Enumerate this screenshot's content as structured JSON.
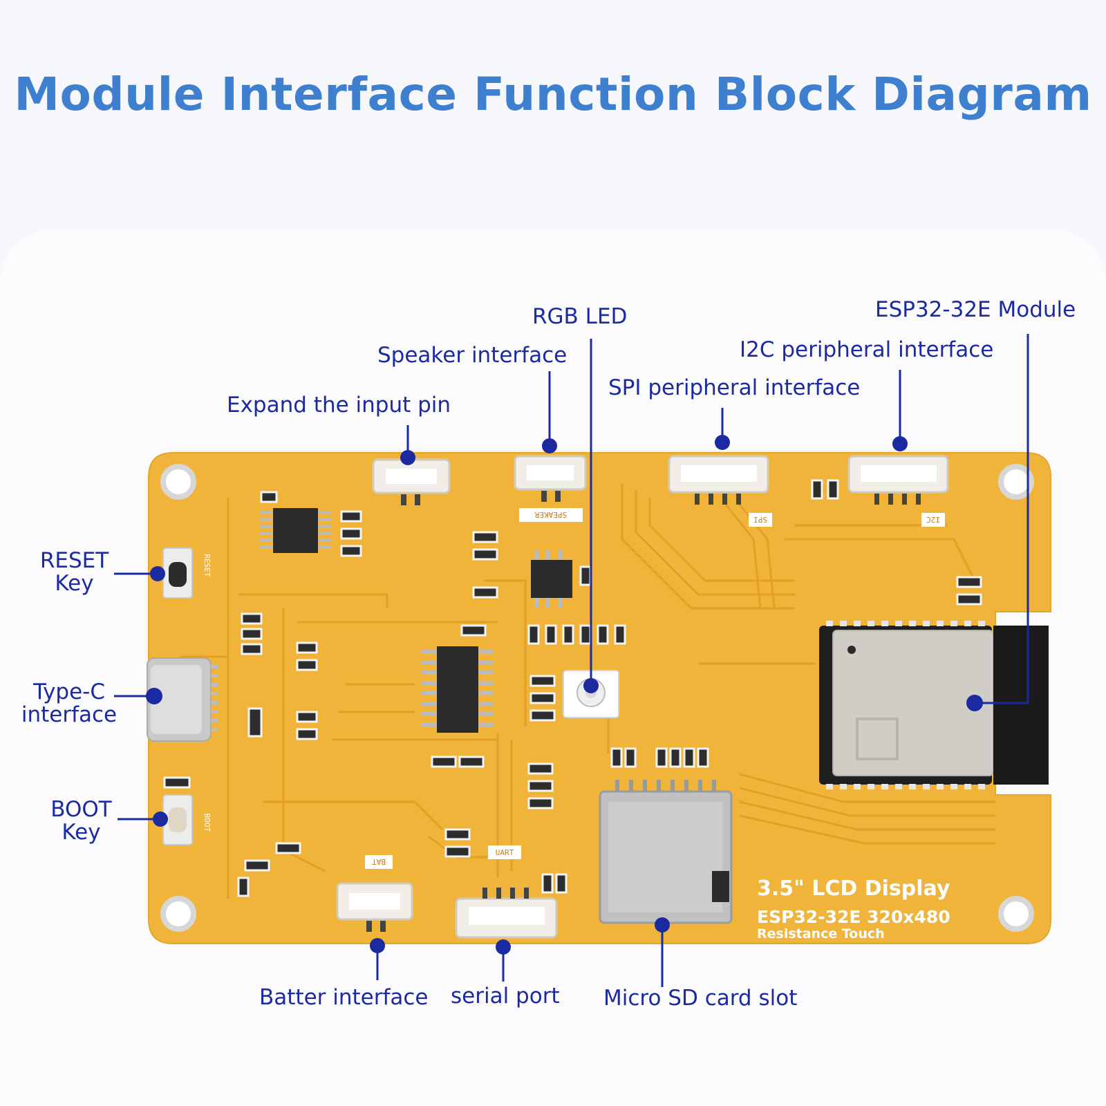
{
  "title": "Module Interface Function Block Diagram",
  "labels": {
    "rgb_led": "RGB LED",
    "esp32_module": "ESP32-32E Module",
    "speaker_interface": "Speaker interface",
    "i2c_interface": "I2C peripheral interface",
    "spi_interface": "SPI peripheral interface",
    "expand_input_pin": "Expand the input pin",
    "reset_key_line1": "RESET",
    "reset_key_line2": "Key",
    "typec_line1": "Type-C",
    "typec_line2": "interface",
    "boot_key_line1": "BOOT",
    "boot_key_line2": "Key",
    "battery_interface": "Batter interface",
    "serial_port": "serial port",
    "micro_sd_slot": "Micro SD card slot"
  },
  "board_print": {
    "display_title": "3.5\" LCD Display",
    "display_model": "ESP32-32E  320x480",
    "display_touch": "Resistance Touch",
    "silk_spi": "SPI",
    "silk_i2c": "I2C",
    "silk_speaker": "SPEAKER",
    "silk_reset": "RESET",
    "silk_boot": "BOOT",
    "silk_uart": "UART",
    "silk_bat": "BAT"
  },
  "colors": {
    "title": "#3f7fcf",
    "label": "#1b2aa0",
    "pcb": "#f0b43a",
    "trace": "#e49f26",
    "leader": "#1b2aa0"
  }
}
